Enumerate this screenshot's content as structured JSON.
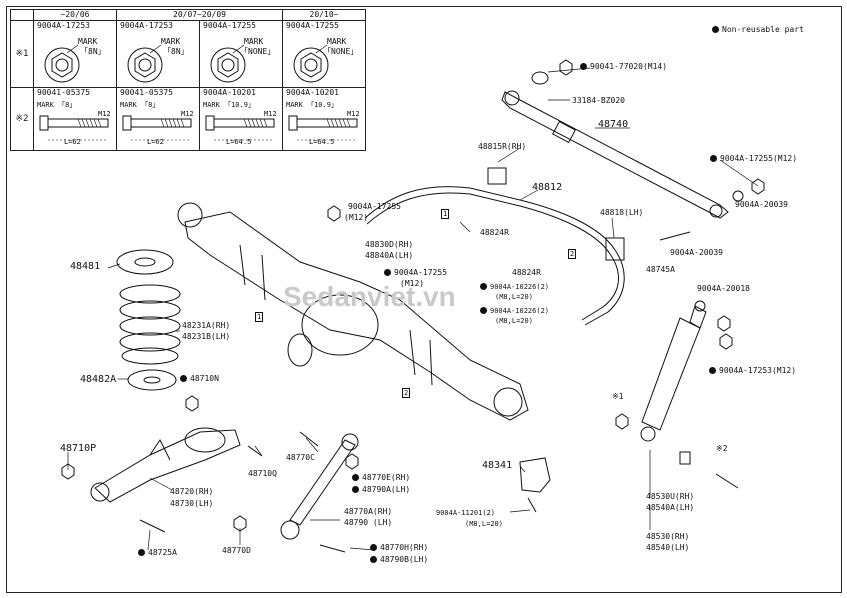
{
  "legend": {
    "text": "Non-reusable part"
  },
  "inset": {
    "headers": [
      "~20/06",
      "20/07~20/09",
      "20/10~"
    ],
    "row1": {
      "mark": "※1",
      "parts": [
        "9004A-17253",
        "9004A-17253",
        "9004A-17255",
        "9004A-17255"
      ],
      "mark_label": [
        "MARK",
        "MARK",
        "MARK",
        "MARK"
      ],
      "mark_value": [
        "「8N」",
        "「8N」",
        "「NONE」",
        "「NONE」"
      ]
    },
    "row2": {
      "mark": "※2",
      "parts": [
        "90041-05375",
        "90041-05375",
        "9004A-10201",
        "9004A-10201"
      ],
      "mark_label": [
        "MARK 「8」",
        "MARK 「8」",
        "MARK 「10.9」",
        "MARK 「10.9」"
      ],
      "thread": [
        "M12",
        "M12",
        "M12",
        "M12"
      ],
      "length": [
        "L=62",
        "L=62",
        "L=64.5",
        "L=64.5"
      ]
    }
  },
  "callouts": {
    "p90041_77020": "90041-77020(M14)",
    "p33184": "33184-BZ020",
    "p48740": "48740",
    "p48815R": "48815R(RH)",
    "p48812": "48812",
    "p9004A17255_m12_top": "9004A-17255",
    "p9004A17255_m12_top_b": "(M12)",
    "p9004A17255_m12_right": "9004A-17255(M12)",
    "p48818": "48818(LH)",
    "p48824R_a": "48824R",
    "p48830D": "48830D(RH)",
    "p48840A": "48840A(LH)",
    "p9004A17255_mid": "9004A-17255",
    "p9004A17255_mid_b": "(M12)",
    "p9004A20039_a": "9004A-20039",
    "p9004A20039_b": "9004A-20039",
    "p48824R_b": "48824R",
    "p48745A": "48745A",
    "p9004A10226_a": "9004A-10226(2)",
    "p9004A10226_a_b": "(M8,L=20)",
    "p9004A10226_b": "9004A-10226(2)",
    "p9004A10226_b_b": "(M8,L=20)",
    "p9004A20018": "9004A-20018",
    "p9004A17253": "9004A-17253(M12)",
    "p48481": "48481",
    "p48231A": "48231A(RH)",
    "p48231B": "48231B(LH)",
    "p48482A": "48482A",
    "p48710N": "48710N",
    "p48710P": "48710P",
    "p48720": "48720(RH)",
    "p48730": "48730(LH)",
    "p48710Q": "48710Q",
    "p48770C": "48770C",
    "p48770E": "48770E(RH)",
    "p48790A": "48790A(LH)",
    "p48341": "48341",
    "p9004A11201": "9004A-11201(2)",
    "p9004A11201_b": "(M8,L=20)",
    "p48530U": "48530U(RH)",
    "p48540A_a": "48540A(LH)",
    "p48530": "48530(RH)",
    "p48540": "48540(LH)",
    "p48770A": "48770A(RH)",
    "p48790": "48790 (LH)",
    "p48725A": "48725A",
    "p48770D": "48770D",
    "p48770H": "48770H(RH)",
    "p48790B": "48790B(LH)",
    "star1_a": "1",
    "star1_b": "1",
    "star2_a": "2",
    "star2_b": "2",
    "ref1": "※1",
    "ref2": "※2"
  },
  "watermark": "Sedanviet.vn"
}
